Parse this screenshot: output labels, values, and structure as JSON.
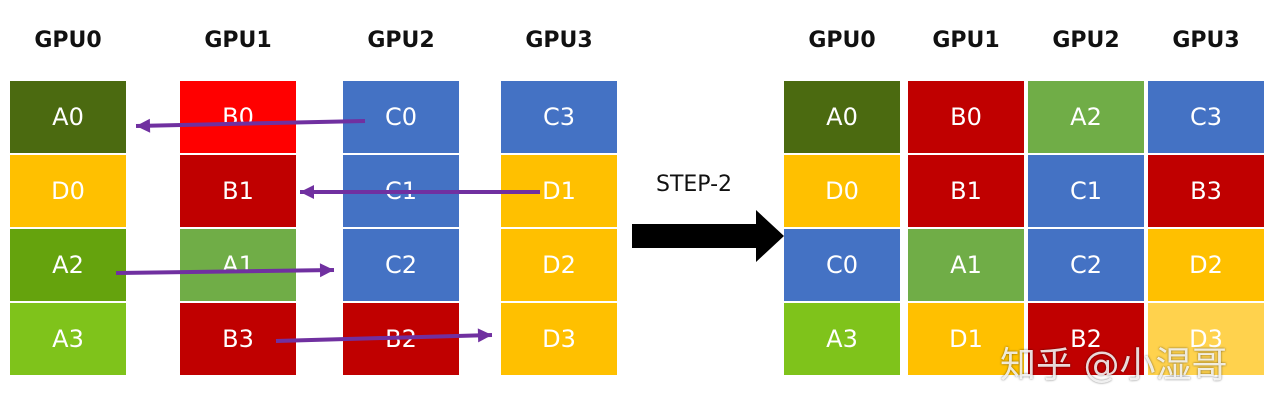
{
  "step_label": "STEP-2",
  "left": {
    "headers": [
      "GPU0",
      "GPU1",
      "GPU2",
      "GPU3"
    ],
    "columns": [
      [
        {
          "label": "A0",
          "color": "#4b6a10"
        },
        {
          "label": "D0",
          "color": "#ffc000"
        },
        {
          "label": "A2",
          "color": "#65a30d"
        },
        {
          "label": "A3",
          "color": "#7fc31b"
        }
      ],
      [
        {
          "label": "B0",
          "color": "#ff0000"
        },
        {
          "label": "B1",
          "color": "#c00000"
        },
        {
          "label": "A1",
          "color": "#70ad47"
        },
        {
          "label": "B3",
          "color": "#c00000"
        }
      ],
      [
        {
          "label": "C0",
          "color": "#4472c4"
        },
        {
          "label": "C1",
          "color": "#4472c4"
        },
        {
          "label": "C2",
          "color": "#4472c4"
        },
        {
          "label": "B2",
          "color": "#c00000"
        }
      ],
      [
        {
          "label": "C3",
          "color": "#4472c4"
        },
        {
          "label": "D1",
          "color": "#ffc000"
        },
        {
          "label": "D2",
          "color": "#ffc000"
        },
        {
          "label": "D3",
          "color": "#ffc000"
        }
      ]
    ]
  },
  "right": {
    "headers": [
      "GPU0",
      "GPU1",
      "GPU2",
      "GPU3"
    ],
    "columns": [
      [
        {
          "label": "A0",
          "color": "#4b6a10"
        },
        {
          "label": "D0",
          "color": "#ffc000"
        },
        {
          "label": "C0",
          "color": "#4472c4"
        },
        {
          "label": "A3",
          "color": "#7fc31b"
        }
      ],
      [
        {
          "label": "B0",
          "color": "#c00000"
        },
        {
          "label": "B1",
          "color": "#c00000"
        },
        {
          "label": "A1",
          "color": "#70ad47"
        },
        {
          "label": "D1",
          "color": "#ffc000"
        }
      ],
      [
        {
          "label": "A2",
          "color": "#70ad47"
        },
        {
          "label": "C1",
          "color": "#4472c4"
        },
        {
          "label": "C2",
          "color": "#4472c4"
        },
        {
          "label": "B2",
          "color": "#c00000"
        }
      ],
      [
        {
          "label": "C3",
          "color": "#4472c4"
        },
        {
          "label": "B3",
          "color": "#c00000"
        },
        {
          "label": "D2",
          "color": "#ffc000"
        },
        {
          "label": "D3",
          "color": "#ffd24d"
        }
      ]
    ]
  },
  "arrow_color": "#7030a0",
  "watermark": "知乎 @小湿哥"
}
